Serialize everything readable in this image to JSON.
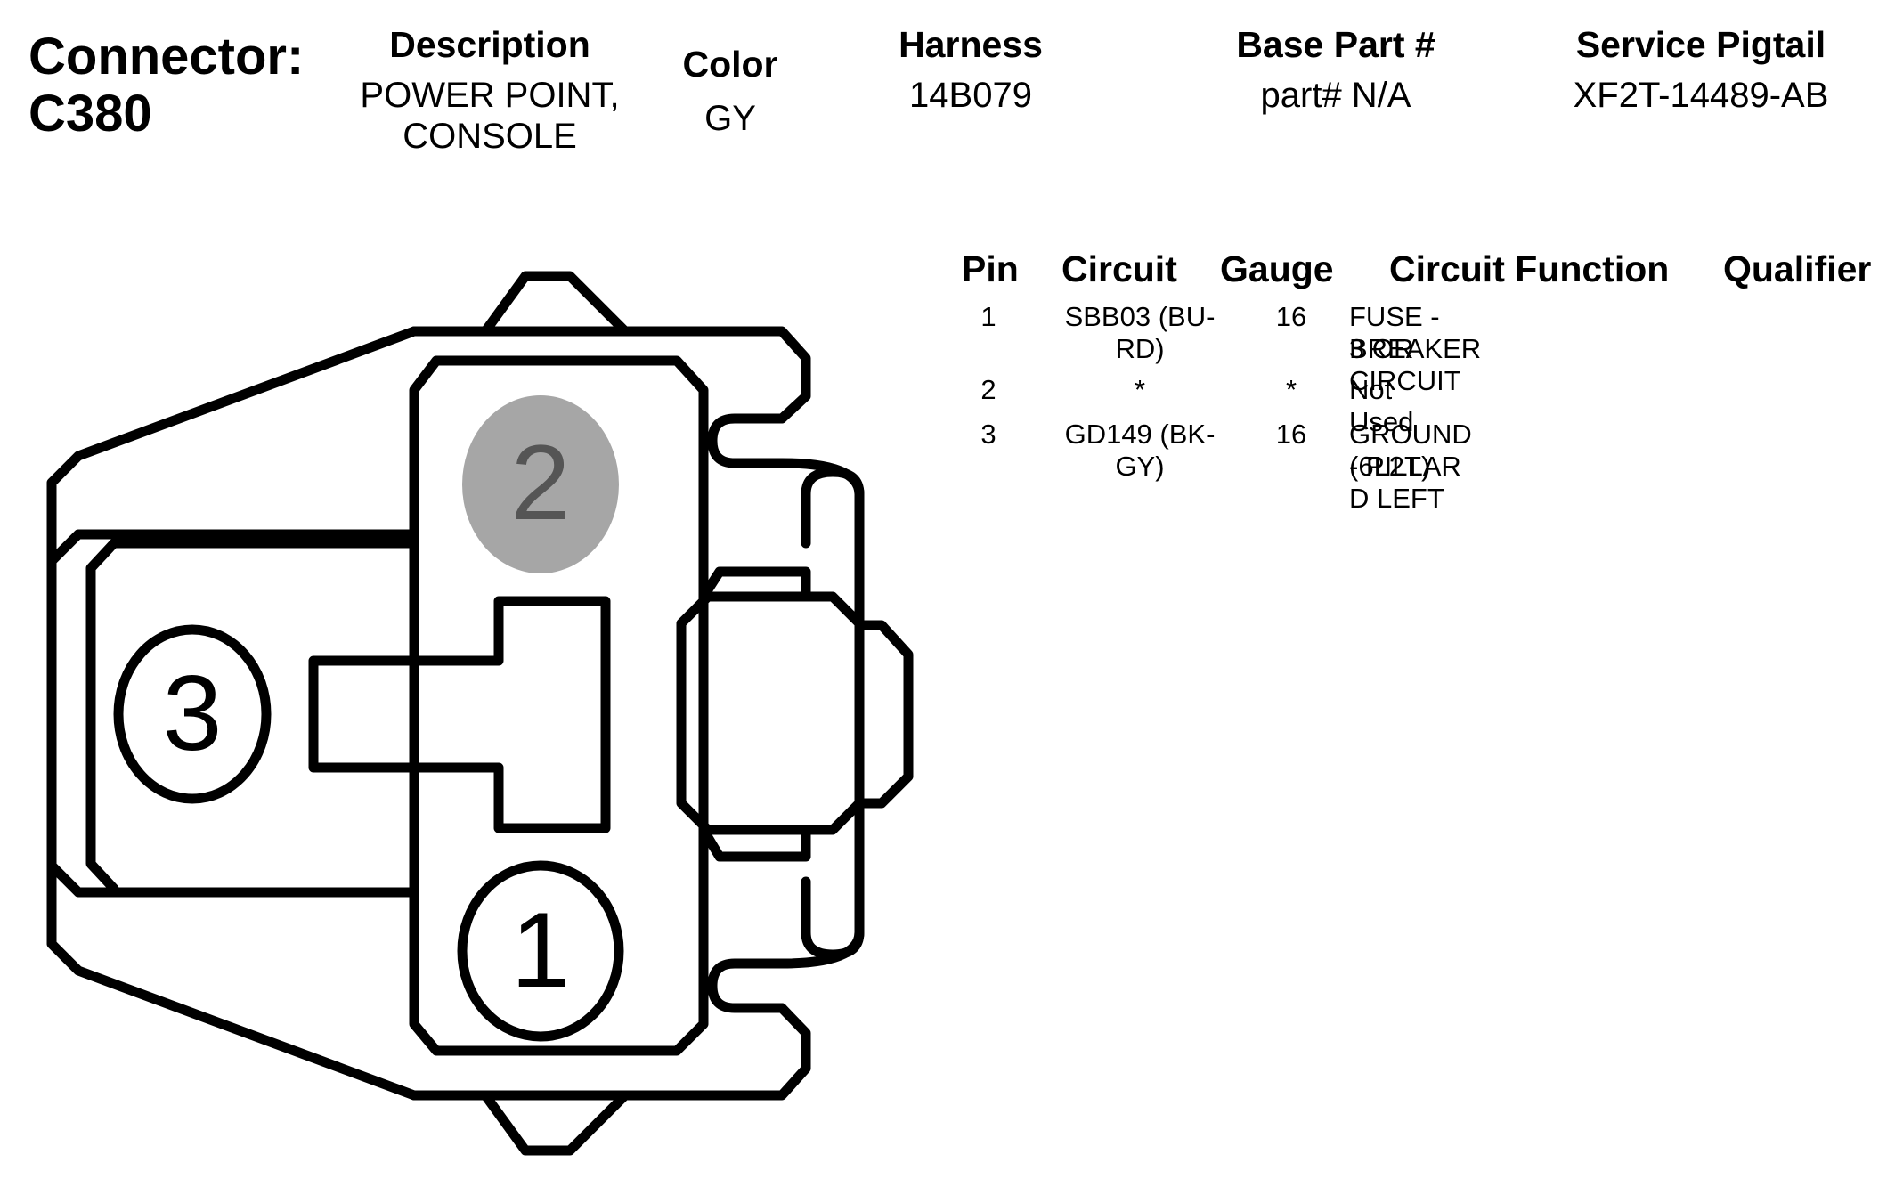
{
  "connector": {
    "title_line1": "Connector:",
    "title_line2": "C380"
  },
  "header": {
    "description": {
      "label": "Description",
      "value": "POWER POINT,\nCONSOLE"
    },
    "color": {
      "label": "Color",
      "value": "GY"
    },
    "harness": {
      "label": "Harness",
      "value": "14B079"
    },
    "base_part": {
      "label": "Base Part #",
      "value": "part# N/A"
    },
    "service_pigtail": {
      "label": "Service Pigtail",
      "value": "XF2T-14489-AB"
    }
  },
  "pin_table": {
    "columns": [
      "Pin",
      "Circuit",
      "Gauge",
      "Circuit Function",
      "Qualifier"
    ],
    "rows": [
      {
        "pin": "1",
        "circuit_l1": "SBB03 (BU-",
        "circuit_l2": "RD)",
        "gauge": "16",
        "function_l1": "FUSE - 3 OR CIRCUIT",
        "function_l2": "BREAKER",
        "qualifier": ""
      },
      {
        "pin": "2",
        "circuit_l1": "*",
        "circuit_l2": "",
        "gauge": "*",
        "function_l1": "Not Used",
        "function_l2": "",
        "qualifier": ""
      },
      {
        "pin": "3",
        "circuit_l1": "GD149 (BK-",
        "circuit_l2": "GY)",
        "gauge": "16",
        "function_l1": "GROUND - PILLAR D LEFT",
        "function_l2": "(6L2T)",
        "qualifier": ""
      }
    ]
  },
  "diagram": {
    "pins": [
      {
        "label": "1",
        "state": "used"
      },
      {
        "label": "2",
        "state": "unused"
      },
      {
        "label": "3",
        "state": "used"
      }
    ],
    "colors": {
      "stroke": "#000000",
      "unused_fill": "#a6a6a6",
      "unused_text": "#555555"
    }
  }
}
